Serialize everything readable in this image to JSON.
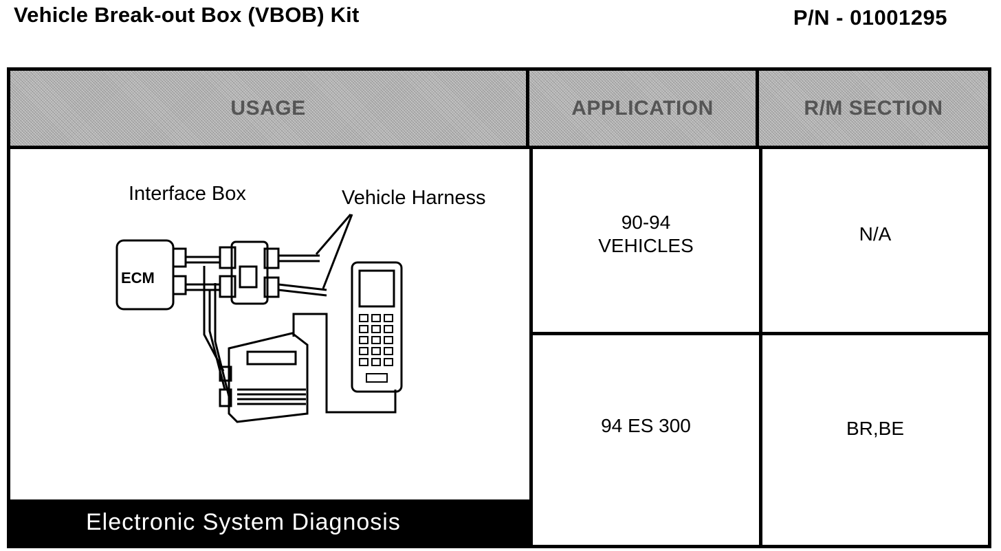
{
  "header": {
    "title": "Vehicle Break-out Box (VBOB) Kit",
    "part_number": "P/N - 01001295"
  },
  "table": {
    "columns": [
      "USAGE",
      "APPLICATION",
      "R/M SECTION"
    ],
    "rows": [
      {
        "application_line1": "90-94",
        "application_line2": "VEHICLES",
        "rm_section": "N/A"
      },
      {
        "application": "94 ES 300",
        "rm_section": "BR,BE"
      }
    ]
  },
  "diagram": {
    "label_interface_box": "Interface Box",
    "label_vehicle_harness": "Vehicle Harness",
    "label_ecm": "ECM",
    "caption": "Electronic System Diagnosis"
  }
}
